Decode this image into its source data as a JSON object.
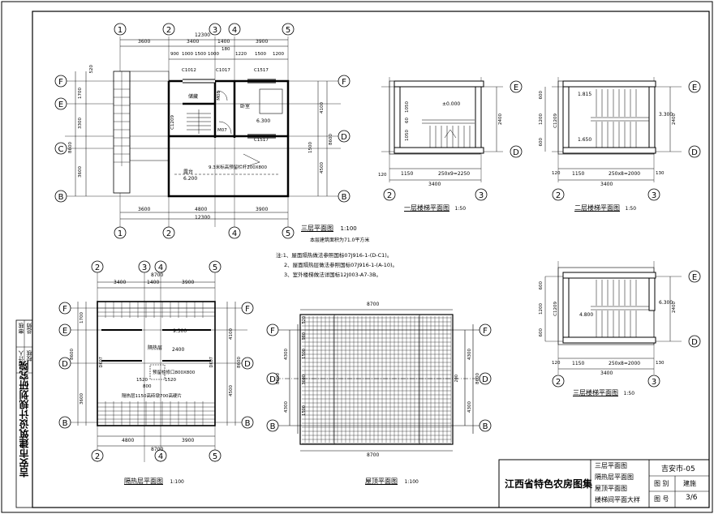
{
  "institute": "吉安市建筑设计规划研究院",
  "sign_block": {
    "r1": [
      "审核",
      "设计人"
    ],
    "r2": [
      "总师",
      "校核"
    ]
  },
  "title_block": {
    "atlas": "江西省特色农房图集",
    "contents": [
      "三层平面图",
      "隔热层平面图",
      "屋顶平面图",
      "楼梯间平面大样"
    ],
    "project": "吉安市-05",
    "category_label": "图 别",
    "category": "建施",
    "sheet_label": "图 号",
    "sheet": "3/6"
  },
  "axes": {
    "a1": "1",
    "a2": "2",
    "a3": "3",
    "a4": "4",
    "a5": "5",
    "aB": "B",
    "aC": "C",
    "aD": "D",
    "aE": "E",
    "aF": "F"
  },
  "third_floor": {
    "title": "三层平面图",
    "scale": "1:100",
    "area_note": "本层建筑面积为71.0平方米",
    "top_dims": [
      "3600",
      "3400",
      "1400",
      "3900"
    ],
    "total": "12300",
    "sub_dims": [
      "900",
      "1000",
      "1500",
      "1000",
      "180",
      "1220",
      "1500",
      "1200"
    ],
    "bottom_dims": [
      "3600",
      "4800",
      "3900"
    ],
    "left_dims": [
      "520",
      "1700",
      "3300",
      "8600",
      "3600"
    ],
    "right_dims": [
      "4100",
      "8600",
      "4500",
      "1500"
    ],
    "windows": [
      "C1012",
      "C1017",
      "C1517",
      "C1209",
      "C1517"
    ],
    "doors": [
      "M08",
      "M07"
    ],
    "rooms": [
      "储藏",
      "卧室",
      "露台"
    ],
    "elevations": [
      "6.300",
      "6.200",
      "9.3"
    ],
    "railing_note": "9.3米标高预留栏杆200X800",
    "notes": [
      "注:1、屋面隔热做法参照国标07J916-1-(D-C1)。",
      "2、屋面隔热层做法参照国标07J916-1-(A-10)。",
      "3、室外楼梯做法详国标12J003-A7-3B。"
    ]
  },
  "stair1": {
    "title": "一层楼梯平面图",
    "scale": "1:50",
    "dims_bottom": [
      "120",
      "1150",
      "250x9=2250"
    ],
    "width": "3400",
    "elevation": "±0.000",
    "flight_dims": [
      "1050",
      "60",
      "1050"
    ],
    "depth": "2400"
  },
  "stair2": {
    "title": "二层楼梯平面图",
    "scale": "1:50",
    "dims_bottom": [
      "120",
      "1150",
      "250x8=2000",
      "130"
    ],
    "width": "3400",
    "elevations": [
      "1.815",
      "3.300",
      "1.650"
    ],
    "window": "C1209",
    "flight_dims": [
      "600",
      "1200",
      "600"
    ],
    "depth": "2400"
  },
  "stair3": {
    "title": "三层楼梯平面图",
    "scale": "1:50",
    "dims_bottom": [
      "120",
      "1150",
      "250x8=2000",
      "130"
    ],
    "width": "3400",
    "elevations": [
      "6.300",
      "4.800"
    ],
    "window": "C1209",
    "flight_dims": [
      "600",
      "1200",
      "600"
    ],
    "depth": "2400"
  },
  "heat_layer": {
    "title": "隔热层平面图",
    "scale": "1:100",
    "top_dims": [
      "3400",
      "1400",
      "3900"
    ],
    "total": "8700",
    "bottom_dims": [
      "4800",
      "3900"
    ],
    "left_dims": [
      "1700",
      "8600",
      "3600"
    ],
    "right_dims": [
      "4100",
      "8600",
      "4500"
    ],
    "labels": [
      "9.300",
      "隔热层",
      "2400",
      "预留检修口800X800",
      "1520",
      "800",
      "1520",
      "隔热层1150高砖墩700高硬片",
      "DK07",
      "DK07"
    ]
  },
  "roof": {
    "title": "屋顶平面图",
    "scale": "1:100",
    "width": "8700",
    "left_dims": [
      "4300",
      "8600",
      "4300"
    ],
    "right_dims": [
      "4300",
      "8600",
      "4300"
    ],
    "dims": [
      "520",
      "980",
      "1500",
      "1500",
      "3600",
      "200"
    ]
  }
}
